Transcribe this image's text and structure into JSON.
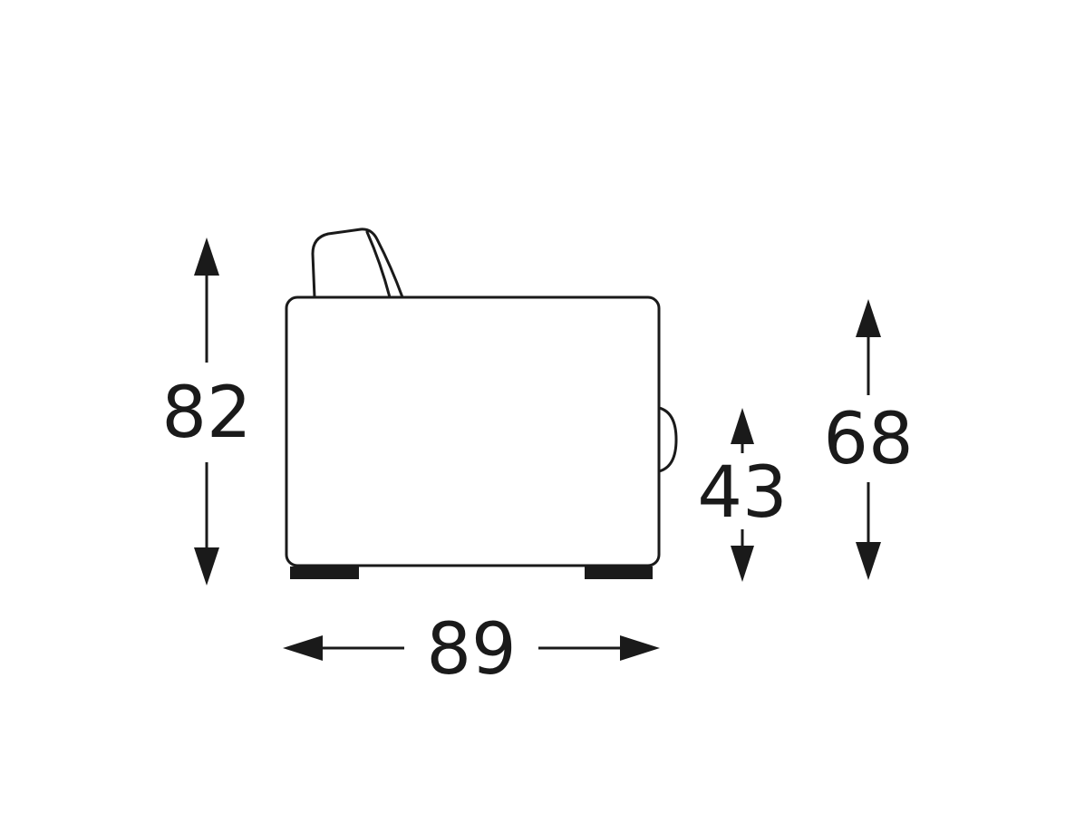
{
  "dimensions": {
    "overall_height": "82",
    "seat_height": "43",
    "arm_height": "68",
    "depth": "89"
  },
  "colors": {
    "line": "#1a1a1a",
    "background": "#ffffff"
  }
}
